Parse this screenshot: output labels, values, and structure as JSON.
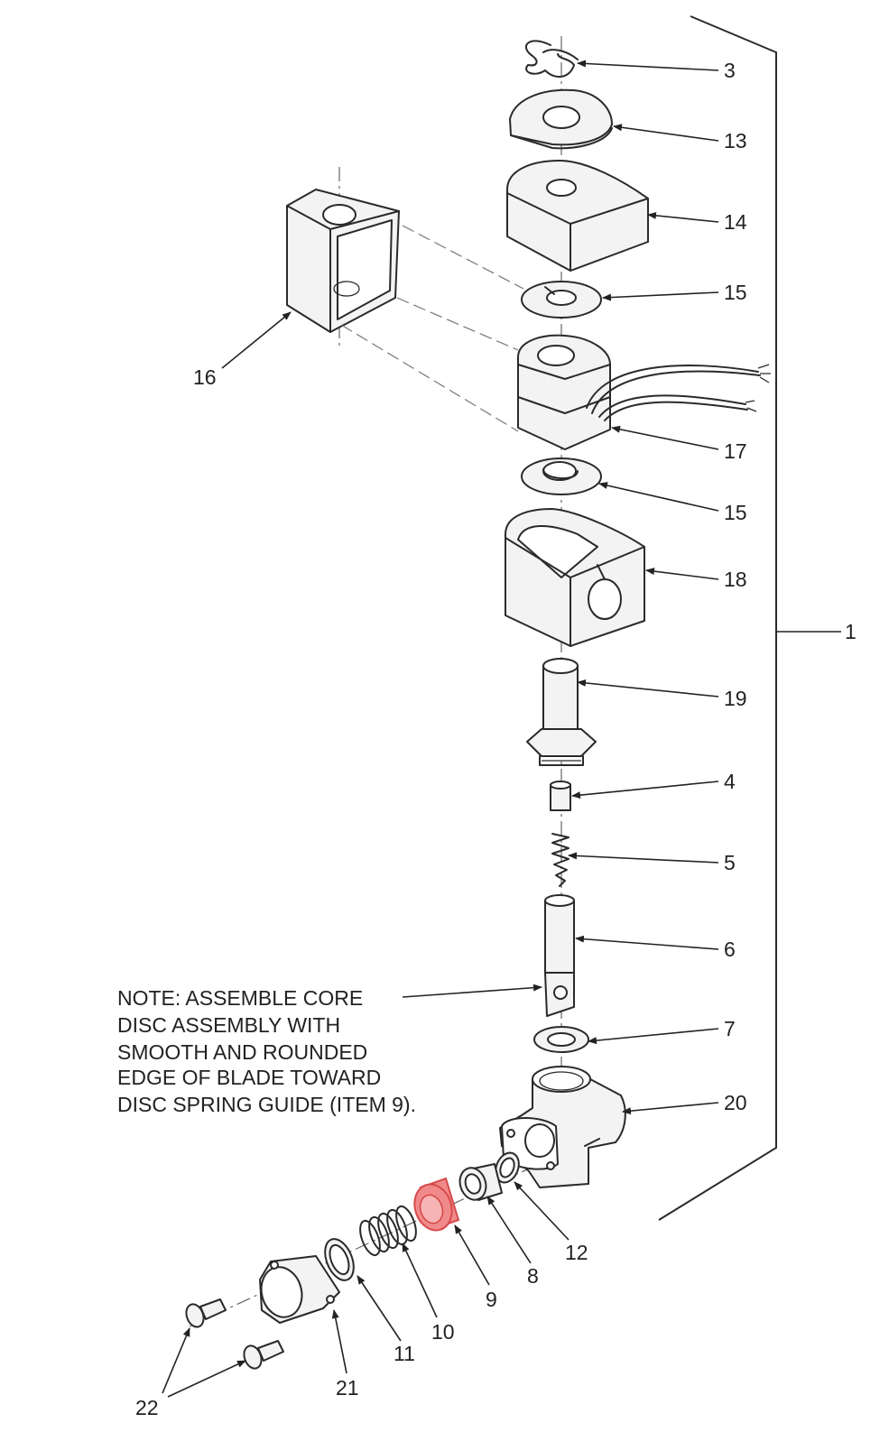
{
  "callouts": {
    "c1": "1",
    "c3": "3",
    "c13": "13",
    "c14": "14",
    "c15a": "15",
    "c16": "16",
    "c17": "17",
    "c15b": "15",
    "c18": "18",
    "c19": "19",
    "c4": "4",
    "c5": "5",
    "c6": "6",
    "c7": "7",
    "c20": "20",
    "c12": "12",
    "c8": "8",
    "c9": "9",
    "c10": "10",
    "c11": "11",
    "c21": "21",
    "c22": "22"
  },
  "note": {
    "lines": [
      "NOTE: ASSEMBLE CORE",
      "DISC ASSEMBLY WITH",
      "SMOOTH AND ROUNDED",
      "EDGE OF BLADE TOWARD",
      "DISC SPRING GUIDE (ITEM 9)."
    ]
  },
  "highlight": {
    "color": "#f08a8a",
    "item": "9"
  }
}
